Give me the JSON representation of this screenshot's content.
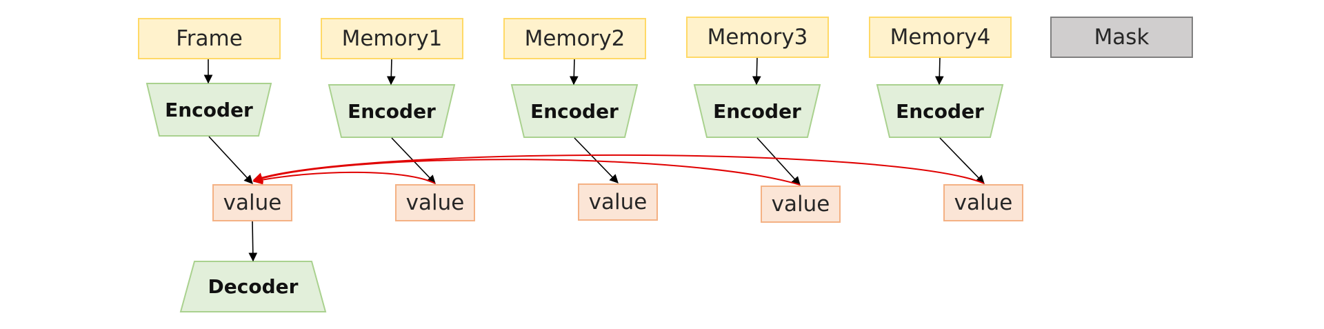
{
  "inputs": [
    {
      "label": "Frame"
    },
    {
      "label": "Memory1"
    },
    {
      "label": "Memory2"
    },
    {
      "label": "Memory3"
    },
    {
      "label": "Memory4"
    }
  ],
  "mask": {
    "label": "Mask"
  },
  "encoders": [
    {
      "label": "Encoder"
    },
    {
      "label": "Encoder"
    },
    {
      "label": "Encoder"
    },
    {
      "label": "Encoder"
    },
    {
      "label": "Encoder"
    }
  ],
  "values": [
    {
      "label": "value"
    },
    {
      "label": "value"
    },
    {
      "label": "value"
    },
    {
      "label": "value"
    },
    {
      "label": "value"
    }
  ],
  "decoder": {
    "label": "Decoder"
  },
  "colors": {
    "input_fill": "#fff2cc",
    "input_border": "#ffd966",
    "encoder_fill": "#e2efda",
    "encoder_border": "#a9d18e",
    "value_fill": "#fbe5d6",
    "value_border": "#f4b183",
    "mask_fill": "#d0cece",
    "mask_border": "#7f7f7f",
    "arrow_black": "#000000",
    "arrow_red": "#e00000"
  }
}
